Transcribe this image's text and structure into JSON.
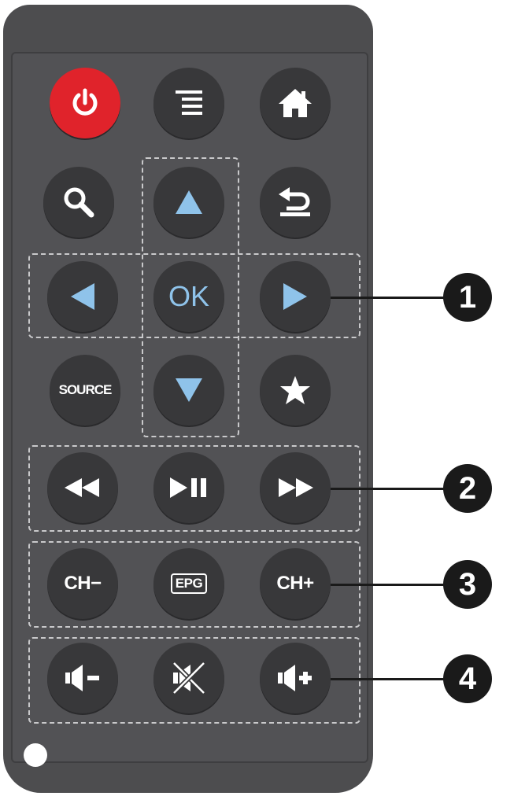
{
  "buttons": {
    "power": {
      "icon": "power-icon",
      "color": "#e0232b"
    },
    "menu": {
      "icon": "menu-icon"
    },
    "home": {
      "icon": "home-icon"
    },
    "search": {
      "icon": "search-icon"
    },
    "up": {
      "icon": "arrow-up-icon"
    },
    "back": {
      "icon": "back-icon"
    },
    "left": {
      "icon": "arrow-left-icon"
    },
    "ok": {
      "label": "OK",
      "color": "#8fc3ea"
    },
    "right": {
      "icon": "arrow-right-icon"
    },
    "source": {
      "label": "SOURCE"
    },
    "down": {
      "icon": "arrow-down-icon"
    },
    "favorite": {
      "icon": "star-icon"
    },
    "rewind": {
      "icon": "rewind-icon"
    },
    "play_pause": {
      "icon": "play-pause-icon"
    },
    "fast_forward": {
      "icon": "fast-forward-icon"
    },
    "ch_minus": {
      "label": "CH−"
    },
    "epg": {
      "label": "EPG"
    },
    "ch_plus": {
      "label": "CH+"
    },
    "vol_minus": {
      "icon": "volume-down-icon"
    },
    "mute": {
      "icon": "mute-icon"
    },
    "vol_plus": {
      "icon": "volume-up-icon"
    }
  },
  "callouts": [
    "1",
    "2",
    "3",
    "4"
  ],
  "colors": {
    "body": "#4d4d4f",
    "button": "#38383a",
    "arrow": "#8fc3ea",
    "callout": "#1a1a1a"
  }
}
